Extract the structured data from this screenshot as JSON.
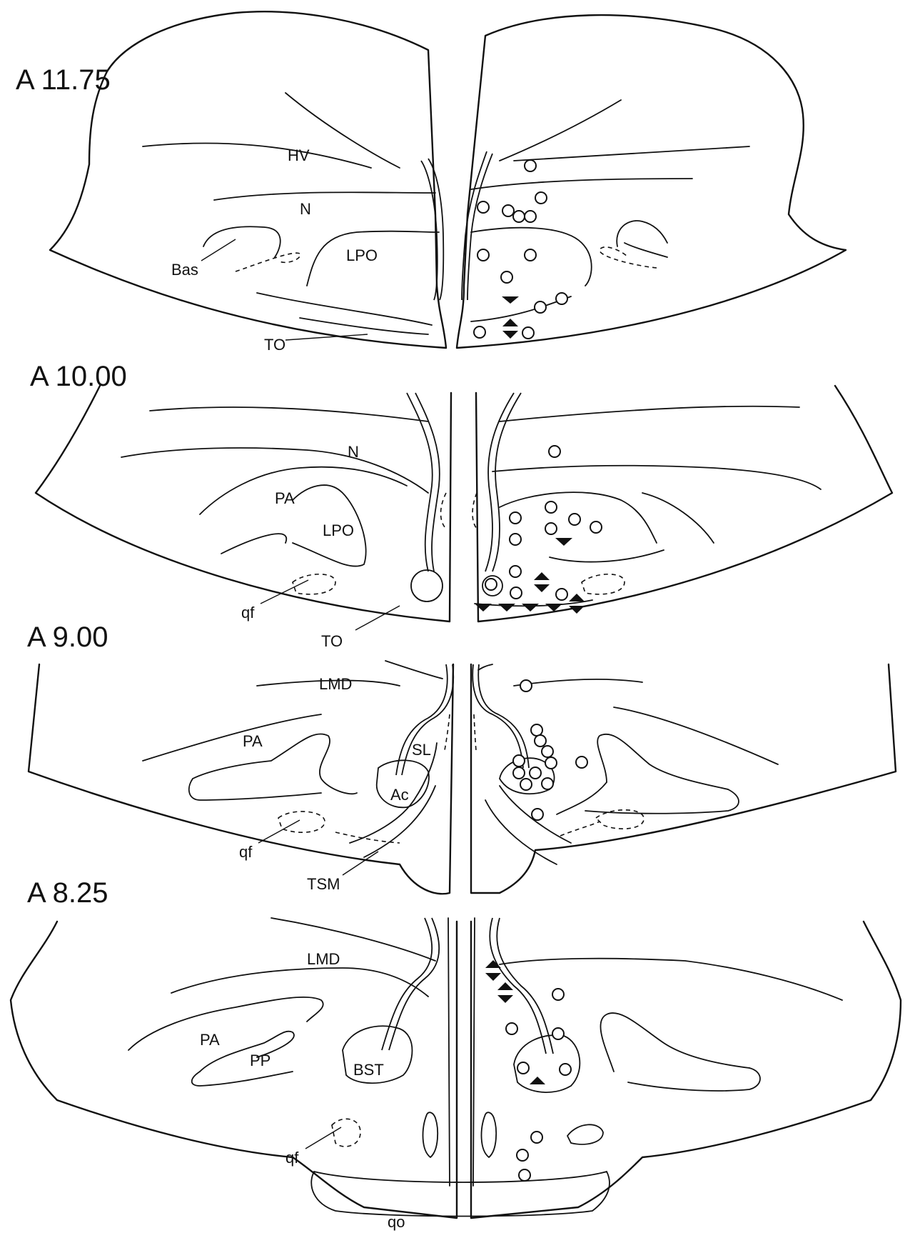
{
  "sections": [
    {
      "id": "a1175",
      "title": "A 11.75",
      "labels": [
        {
          "key": "hv",
          "text": "HV"
        },
        {
          "key": "n",
          "text": "N"
        },
        {
          "key": "lpo",
          "text": "LPO"
        },
        {
          "key": "bas",
          "text": "Bas"
        },
        {
          "key": "to",
          "text": "TO"
        }
      ]
    },
    {
      "id": "a1000",
      "title": "A 10.00",
      "labels": [
        {
          "key": "n",
          "text": "N"
        },
        {
          "key": "pa",
          "text": "PA"
        },
        {
          "key": "lpo",
          "text": "LPO"
        },
        {
          "key": "qf",
          "text": "qf"
        },
        {
          "key": "to",
          "text": "TO"
        }
      ]
    },
    {
      "id": "a900",
      "title": "A 9.00",
      "labels": [
        {
          "key": "lmd",
          "text": "LMD"
        },
        {
          "key": "pa",
          "text": "PA"
        },
        {
          "key": "sl",
          "text": "SL"
        },
        {
          "key": "ac",
          "text": "Ac"
        },
        {
          "key": "qf",
          "text": "qf"
        },
        {
          "key": "tsm",
          "text": "TSM"
        }
      ]
    },
    {
      "id": "a825",
      "title": "A 8.25",
      "labels": [
        {
          "key": "lmd",
          "text": "LMD"
        },
        {
          "key": "pa",
          "text": "PA"
        },
        {
          "key": "pp",
          "text": "PP"
        },
        {
          "key": "bst",
          "text": "BST"
        },
        {
          "key": "qf",
          "text": "qf"
        },
        {
          "key": "qo",
          "text": "qo"
        }
      ]
    }
  ],
  "marker_types": [
    "open-circle",
    "filled-triangle-down",
    "filled-triangle-up"
  ]
}
